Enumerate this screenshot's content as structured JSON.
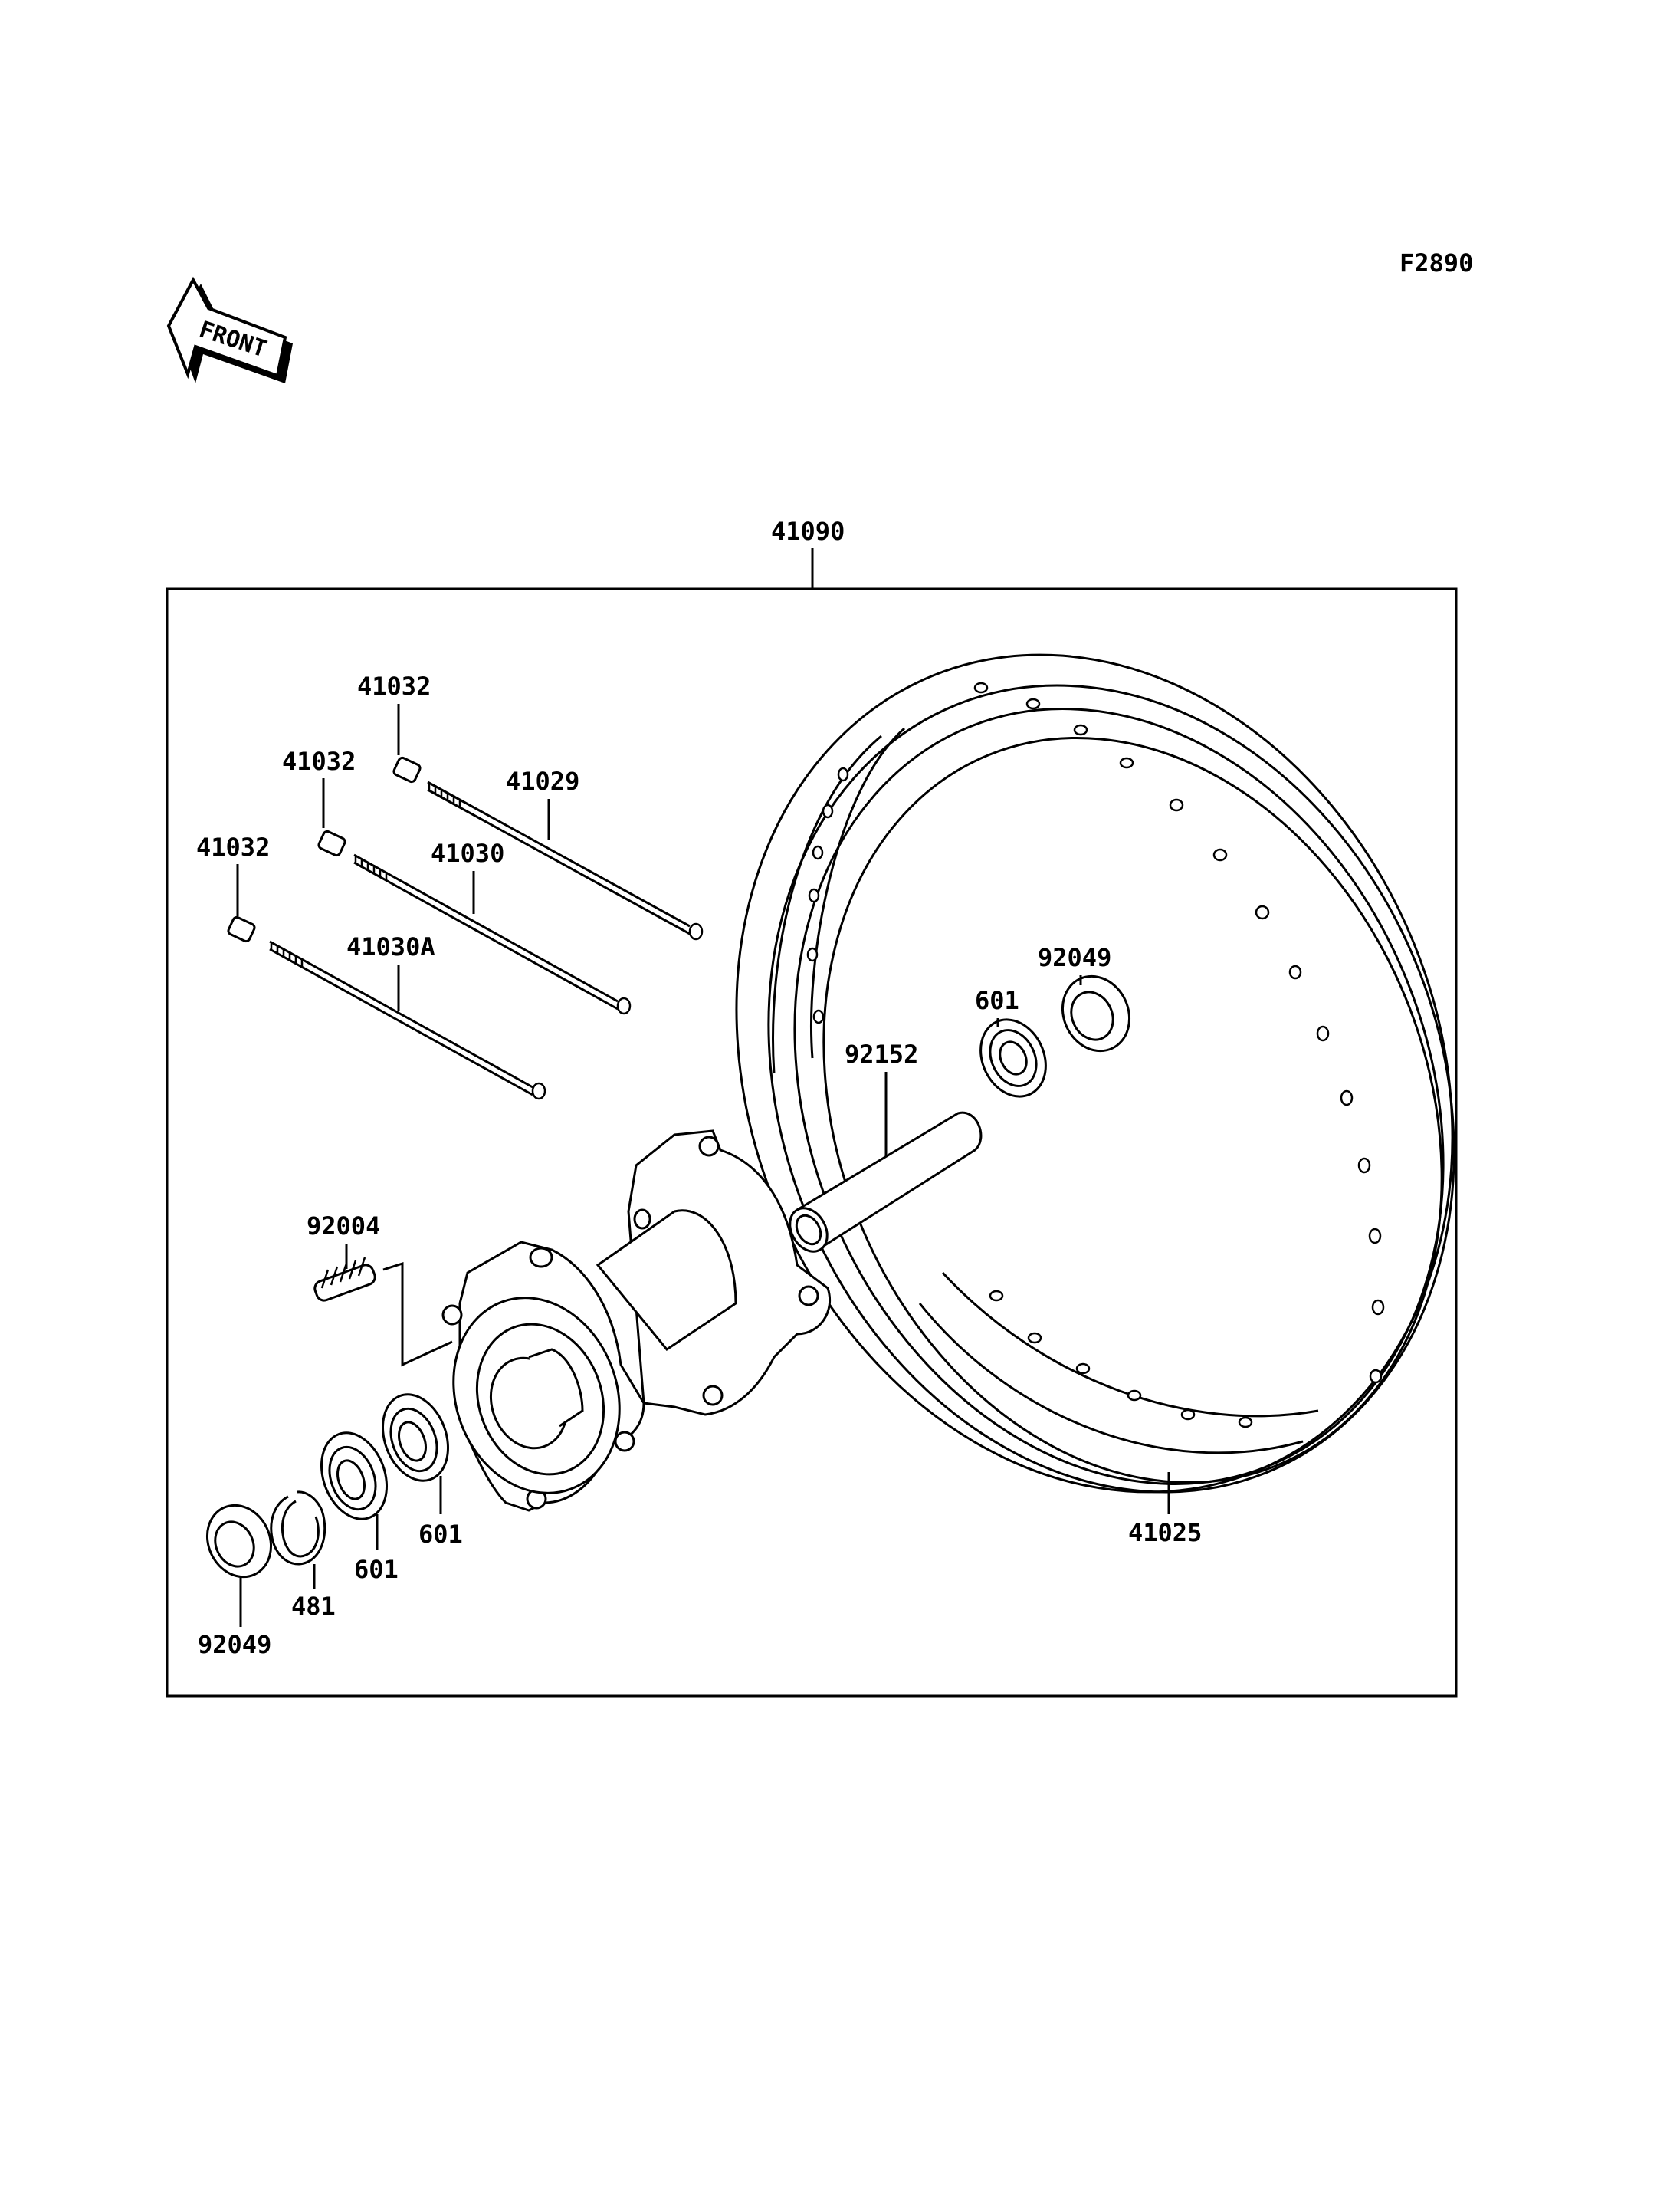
{
  "diagram": {
    "figure_code": "F2890",
    "front_label": "FRONT",
    "assembly": "41090",
    "labels": {
      "nipple_top": "41032",
      "nipple_mid": "41032",
      "nipple_low": "41032",
      "spoke_top": "41029",
      "spoke_mid": "41030",
      "spoke_low": "41030A",
      "stud": "92004",
      "collar": "92152",
      "bearing_right": "601",
      "seal_right": "92049",
      "rim": "41025",
      "bearing_left_a": "601",
      "bearing_left_b": "601",
      "circlip": "481",
      "seal_left": "92049"
    }
  }
}
